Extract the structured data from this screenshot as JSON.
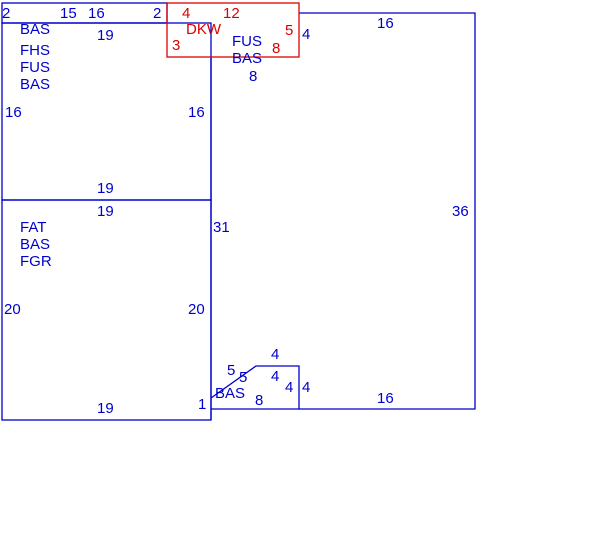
{
  "colors": {
    "blue": "#0000cc",
    "red": "#dd0000"
  },
  "strip": {
    "left": "2",
    "top_a": "15",
    "top_b": "16",
    "right": "2"
  },
  "red_area": {
    "top_left": "4",
    "top": "12",
    "code": "DKW",
    "left": "3",
    "right": "5",
    "inner": "8"
  },
  "upper_left": {
    "codes": [
      "BAS",
      "FHS",
      "FUS",
      "BAS"
    ],
    "top": "19",
    "left": "16",
    "right": "16",
    "bottom": "19"
  },
  "lower_left": {
    "codes": [
      "FAT",
      "BAS",
      "FGR"
    ],
    "top": "19",
    "left": "20",
    "right": "20",
    "bottom": "19",
    "corner": "1"
  },
  "main": {
    "codes": [
      "FUS",
      "BAS"
    ],
    "top": "16",
    "left_top": "4",
    "side": "31",
    "right": "36",
    "bottom": "16",
    "inner": "8"
  },
  "notch": {
    "diag": "5",
    "top": "4",
    "inner_top": "4",
    "inner_right": "4",
    "right": "4",
    "code": "BAS",
    "a": "5",
    "b": "8"
  }
}
